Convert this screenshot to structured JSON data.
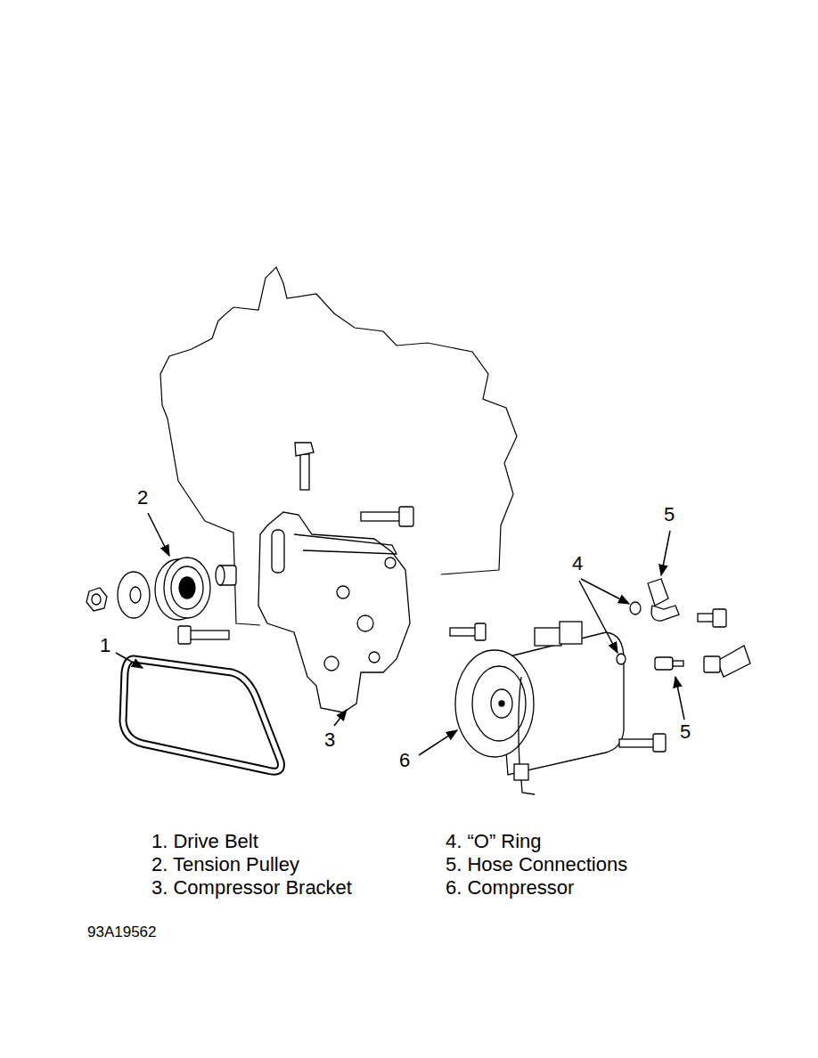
{
  "diagram": {
    "labels": [
      "2",
      "5",
      "4",
      "1",
      "5",
      "3",
      "6",
      "1. Drive Belt",
      "2. Tension Pulley",
      "3. Compressor Bracket",
      "4. “O” Ring",
      "5. Hose Connections",
      "6. Compressor",
      "93A19562"
    ]
  }
}
